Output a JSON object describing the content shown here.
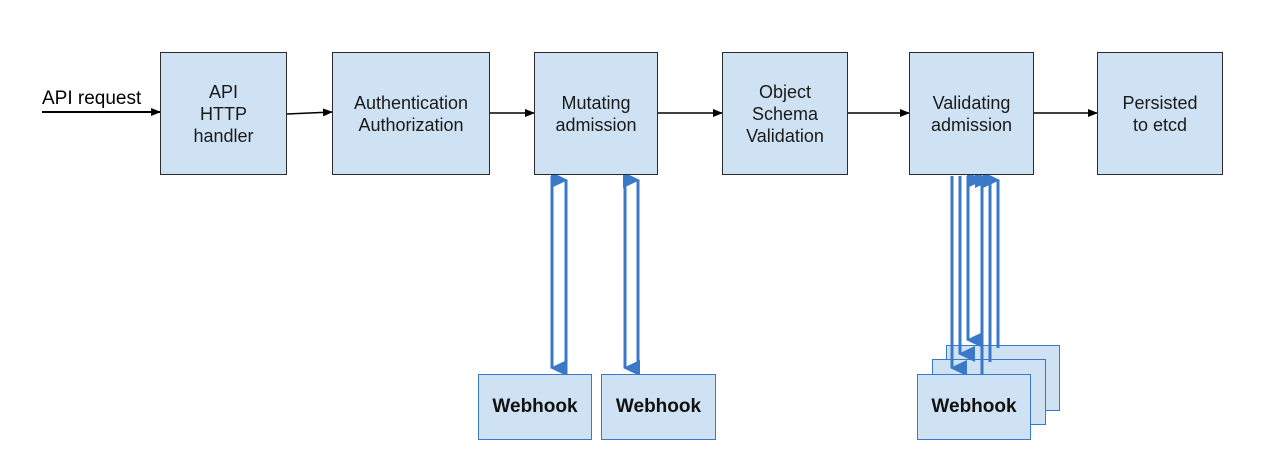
{
  "input_label": "API request",
  "stages": [
    {
      "id": "api-http-handler",
      "label": "API\nHTTP\nhandler"
    },
    {
      "id": "authentication-authorization",
      "label": "Authentication\nAuthorization"
    },
    {
      "id": "mutating-admission",
      "label": "Mutating\nadmission"
    },
    {
      "id": "object-schema-validation",
      "label": "Object\nSchema\nValidation"
    },
    {
      "id": "validating-admission",
      "label": "Validating\nadmission"
    },
    {
      "id": "persisted-to-etcd",
      "label": "Persisted\nto etcd"
    }
  ],
  "webhooks": {
    "mutating_1": "Webhook",
    "mutating_2": "Webhook",
    "validating": "Webhook"
  },
  "colors": {
    "box_fill": "#cfe2f3",
    "box_border": "#2b2b2b",
    "webhook_arrow": "#3a78c8",
    "flow_arrow": "#000000"
  }
}
